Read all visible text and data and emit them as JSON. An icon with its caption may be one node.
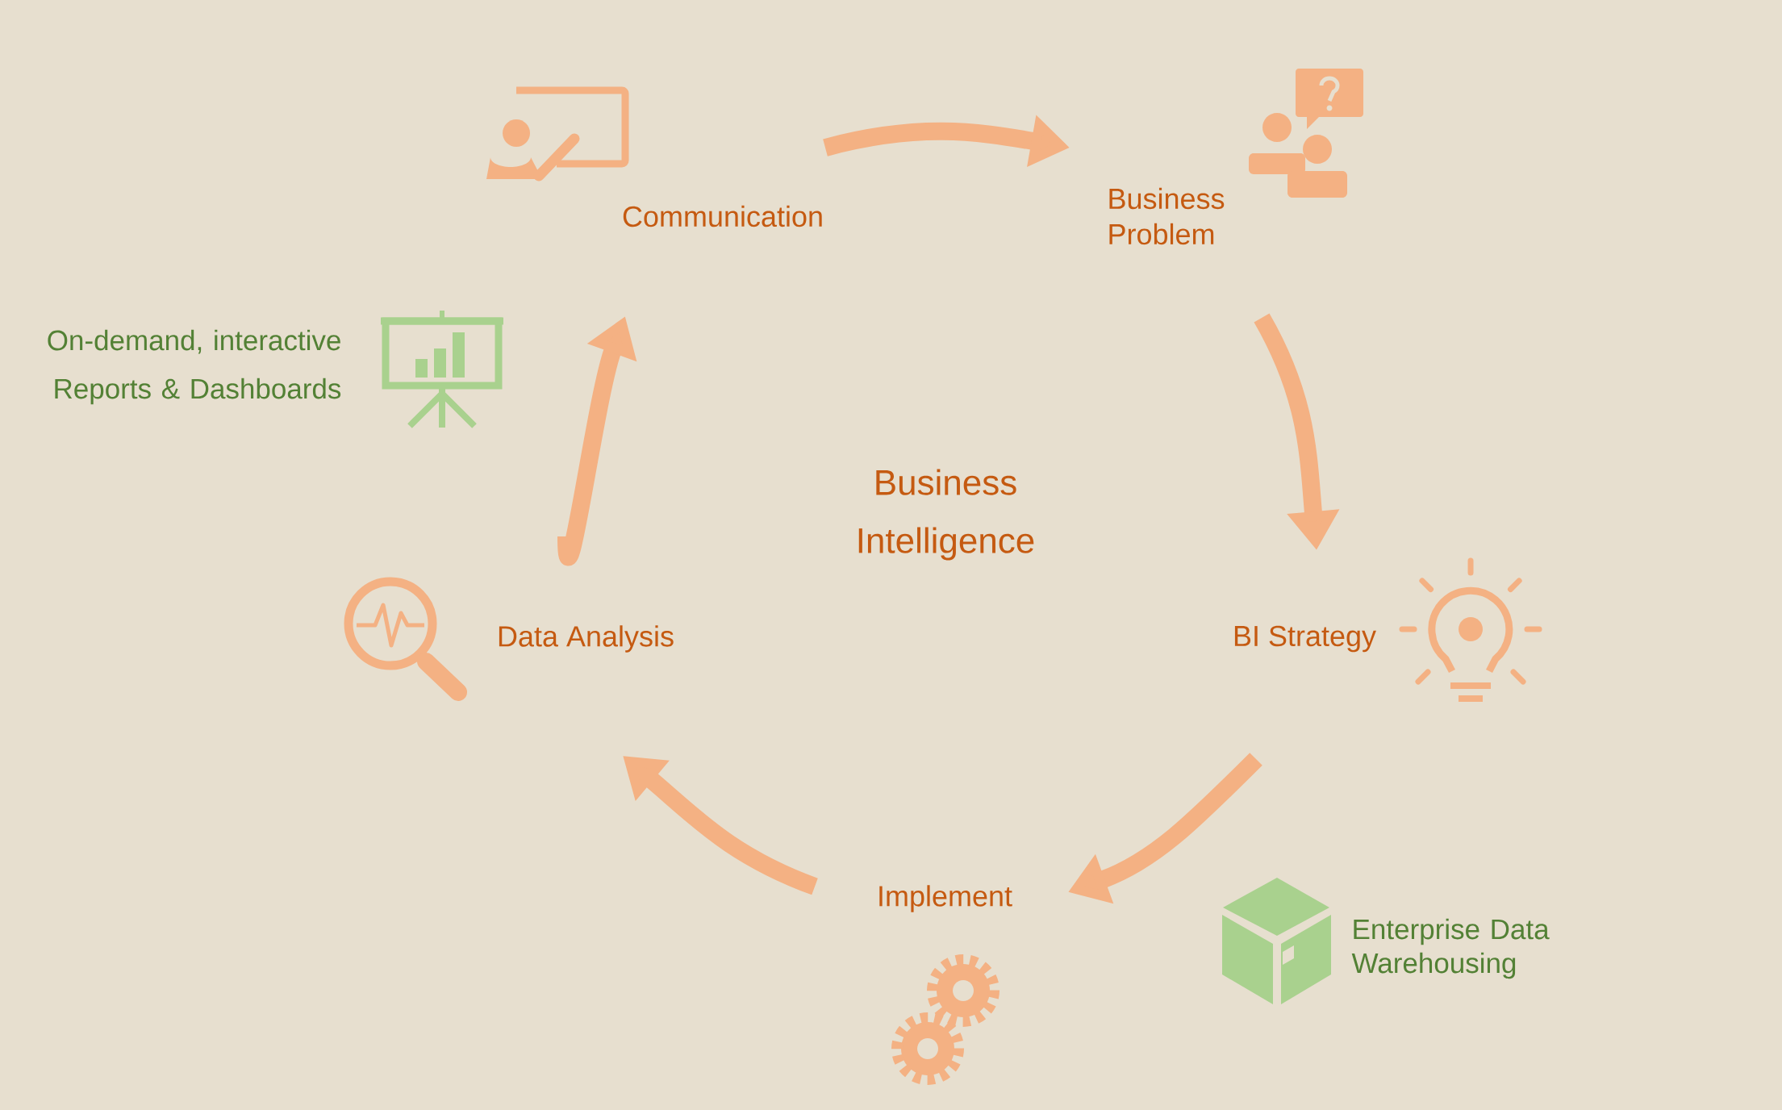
{
  "diagram": {
    "nodes": [
      {
        "text": [
          "Communication"
        ]
      },
      {
        "text": [
          "Business Problem"
        ]
      },
      {
        "text": [
          "BI Strategy"
        ]
      },
      {
        "text": [
          "Implement"
        ]
      },
      {
        "text": [
          "Data Analysis"
        ]
      }
    ],
    "edges": [
      {
        "from": 0,
        "to": 1,
        "arrow": "to"
      },
      {
        "from": 1,
        "to": 2,
        "arrow": "to"
      },
      {
        "from": 2,
        "to": 3,
        "arrow": "to"
      },
      {
        "from": 3,
        "to": 4,
        "arrow": "to"
      },
      {
        "from": 4,
        "to": 0,
        "arrow": "to"
      }
    ],
    "labels": [
      "On-demand, interactive Reports & Dashboards",
      "Business Intelligence",
      "Enterprise Data Warehousing"
    ]
  }
}
